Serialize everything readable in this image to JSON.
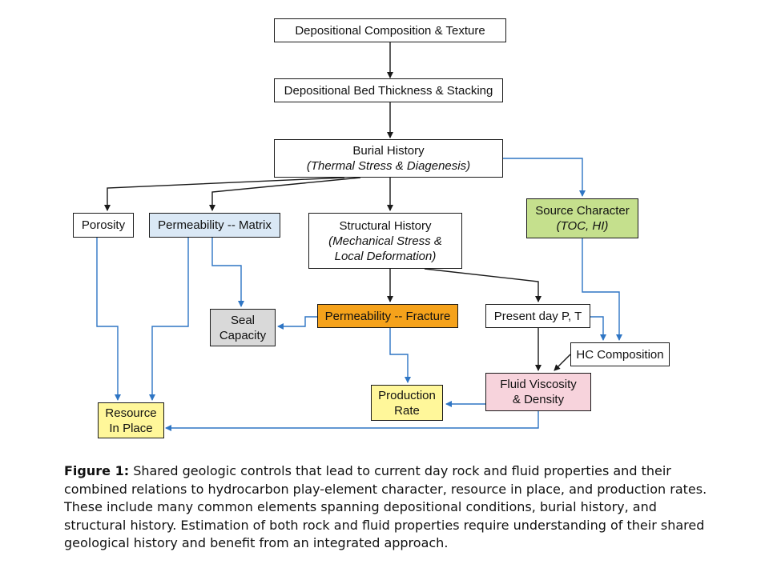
{
  "colors": {
    "white": "#ffffff",
    "light_blue": "#dae8f5",
    "light_gray": "#d9d9d9",
    "green": "#c5e08d",
    "orange": "#f5a21b",
    "yellow": "#fff79a",
    "pink": "#f7d3dc",
    "black_arrow": "#1a1a1a",
    "blue_arrow": "#2e75c4"
  },
  "nodes": {
    "dep_comp": {
      "line1": "Depositional Composition & Texture"
    },
    "dep_bed": {
      "line1": "Depositional Bed Thickness & Stacking"
    },
    "burial": {
      "line1": "Burial History",
      "line2": "(Thermal Stress & Diagenesis)"
    },
    "porosity": {
      "line1": "Porosity"
    },
    "perm_matrix": {
      "line1": "Permeability -- Matrix"
    },
    "structural": {
      "line1": "Structural History",
      "line2": "(Mechanical Stress &",
      "line3": "Local Deformation)"
    },
    "source": {
      "line1": "Source Character",
      "line2": "(TOC, HI)"
    },
    "seal": {
      "line1": "Seal",
      "line2": "Capacity"
    },
    "perm_fracture": {
      "line1": "Permeability -- Fracture"
    },
    "present_day": {
      "line1": "Present day P, T"
    },
    "hc_comp": {
      "line1": "HC Composition"
    },
    "fluid": {
      "line1": "Fluid Viscosity",
      "line2": "& Density"
    },
    "production": {
      "line1": "Production",
      "line2": "Rate"
    },
    "resource": {
      "line1": "Resource",
      "line2": "In Place"
    }
  },
  "caption": {
    "label": "Figure 1:",
    "text": " Shared geologic controls that lead to current day rock and fluid properties and their combined relations to hydrocarbon play-element character, resource in place, and production rates.  These include many common elements spanning depositional conditions, burial history, and structural history. Estimation of both rock and fluid properties require understanding of their shared geological history and benefit from an integrated approach."
  }
}
